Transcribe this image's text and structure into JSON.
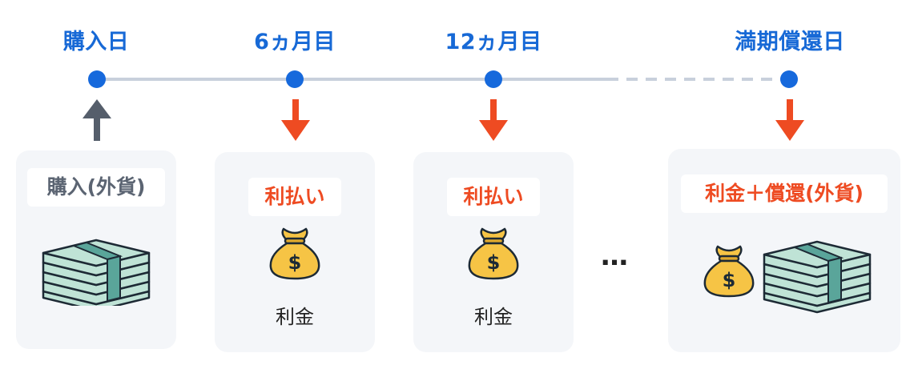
{
  "timeline": {
    "points": [
      {
        "label": "購入日"
      },
      {
        "label": "6ヵ月目"
      },
      {
        "label": "12ヵ月目"
      },
      {
        "label": "満期償還日"
      }
    ]
  },
  "cards": {
    "purchase": {
      "title": "購入(外貨)"
    },
    "interest1": {
      "title": "利払い",
      "caption": "利金",
      "bag_symbol": "$"
    },
    "interest2": {
      "title": "利払い",
      "caption": "利金",
      "bag_symbol": "$"
    },
    "maturity": {
      "title": "利金＋償還(外貨)",
      "bag_symbol": "$"
    }
  },
  "ellipsis": "…",
  "colors": {
    "timeline_blue": "#1669dc",
    "label_blue": "#1769d6",
    "arrow_red": "#ee4b22",
    "arrow_gray": "#555e6b",
    "card_bg": "#f4f6f9",
    "money_green": "#bfe3d6",
    "money_band": "#5aa59a",
    "bag_gold": "#f6c445"
  },
  "icons": [
    "money-stack-icon",
    "money-bag-icon",
    "arrow-up-icon",
    "arrow-down-icon"
  ]
}
